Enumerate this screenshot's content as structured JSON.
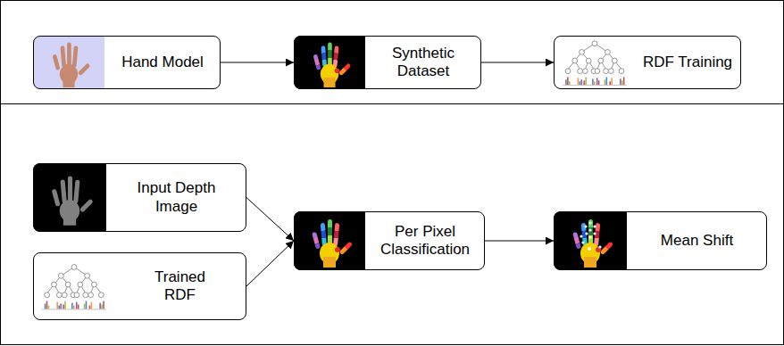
{
  "diagram": {
    "nodes": [
      {
        "text": [
          "Hand Model"
        ]
      },
      {
        "text": [
          "Synthetic Dataset"
        ]
      },
      {
        "text": [
          "RDF Training"
        ]
      },
      {
        "text": [
          "Input Depth Image"
        ]
      },
      {
        "text": [
          "Trained RDF"
        ]
      },
      {
        "text": [
          "Per Pixel Classification"
        ]
      },
      {
        "text": [
          "Mean Shift"
        ]
      }
    ],
    "edges": [
      {
        "from": 0,
        "to": 1,
        "arrow": "to"
      },
      {
        "from": 1,
        "to": 2,
        "arrow": "to"
      },
      {
        "from": 3,
        "to": 5,
        "arrow": "to"
      },
      {
        "from": 4,
        "to": 5,
        "arrow": "to"
      },
      {
        "from": 5,
        "to": 6,
        "arrow": "to"
      }
    ]
  }
}
